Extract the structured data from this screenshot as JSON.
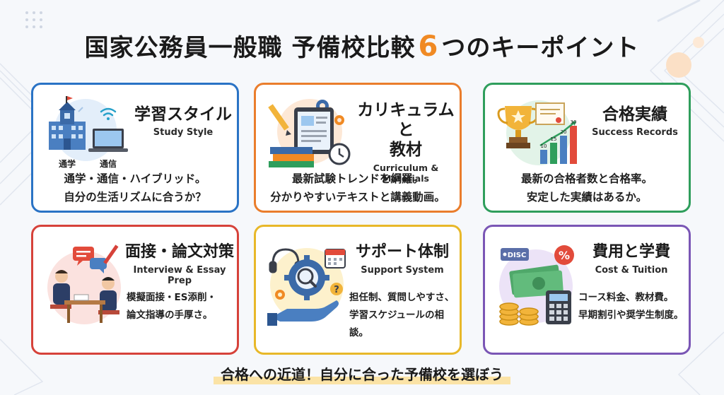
{
  "page": {
    "title_prefix": "国家公務員一般職 予備校比較",
    "title_number": "6",
    "title_suffix": "つのキーポイント",
    "footer": "合格への近道！自分に合った予備校を選ぼう"
  },
  "cards": [
    {
      "title": "学習スタイル",
      "subtitle": "Study Style",
      "lines": [
        "通学・通信・ハイブリッド。",
        "自分の生活リズムに合うか？"
      ],
      "art_labels": [
        "通学",
        "通信"
      ],
      "color": "#2a73c5"
    },
    {
      "title_lines": [
        "カリキュラムと",
        "教材"
      ],
      "subtitle": "Curriculum & Materials",
      "lines": [
        "最新試験トレンドを網羅。",
        "分かりやすいテキストと講義動画。"
      ],
      "color": "#ea7d2c"
    },
    {
      "title": "合格実績",
      "subtitle": "Success Records",
      "lines": [
        "最新の合格者数と合格率。",
        "安定した実績はあるか。"
      ],
      "chart_numbers": [
        "10",
        "15",
        "20",
        "30"
      ],
      "color": "#2f9e5c"
    },
    {
      "title": "面接・論文対策",
      "subtitle": "Interview & Essay Prep",
      "lines": [
        "模擬面接・ES添削・",
        "論文指導の手厚さ。"
      ],
      "color": "#d6423a"
    },
    {
      "title": "サポート体制",
      "subtitle": "Support System",
      "lines": [
        "担任制、質問しやすさ、",
        "学習スケジュールの相談。"
      ],
      "color": "#e8b829"
    },
    {
      "title": "費用と学費",
      "subtitle": "Cost & Tuition",
      "lines": [
        "コース料金、教材費。",
        "早期割引や奨学生制度。"
      ],
      "art_labels": [
        "DISC",
        "%"
      ],
      "color": "#7a56b5"
    }
  ]
}
